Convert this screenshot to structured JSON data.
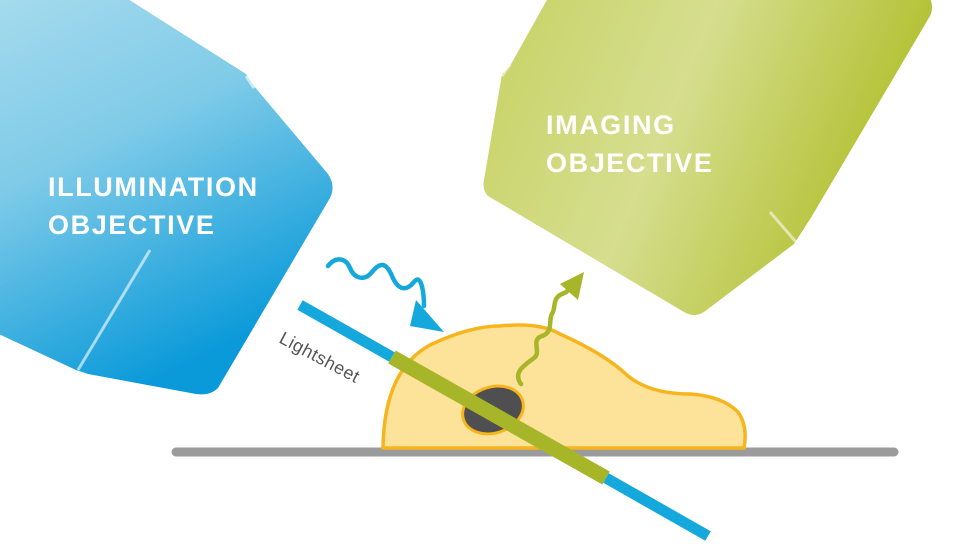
{
  "illumination": {
    "line1": "ILLUMINATION",
    "line2": "OBJECTIVE"
  },
  "imaging": {
    "line1": "IMAGING",
    "line2": "OBJECTIVE"
  },
  "lightsheet": {
    "label": "Lightsheet"
  },
  "colors": {
    "illumination_light": "#a9dcee",
    "illumination_dark": "#0a9ad9",
    "imaging_light": "#d6de8f",
    "imaging_dark": "#a9b91a",
    "cell_fill": "#fde29a",
    "cell_stroke": "#f6b51d",
    "nucleus": "#4f4f52",
    "lightsheet_blue": "#15a8dc",
    "lightsheet_green": "#a7b628",
    "slide": "#9b9b9b",
    "label_text": "#555555"
  }
}
